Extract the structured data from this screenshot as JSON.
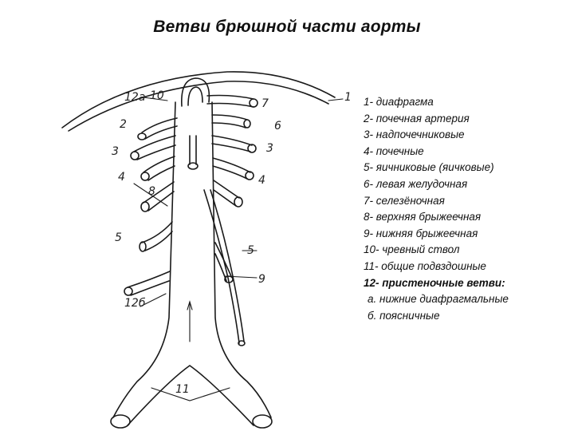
{
  "title": "Ветви брюшной части аорты",
  "legend": [
    "1- диафрагма",
    "2- почечная артерия",
    "3- надпочечниковые",
    "4- почечные",
    "5- яичниковые (яичковые)",
    "6- левая желудочная",
    "7- селезёночная",
    "8- верхняя брыжеечная",
    "9- нижняя брыжеечная",
    "10- чревный ствол",
    "11- общие подвздошные",
    "12- пристеночные ветви:",
    " а. нижние диафрагмальные",
    "б. поясничные"
  ],
  "figure_labels": {
    "l1": "1",
    "l2": "2",
    "l3a": "3",
    "l3b": "3",
    "l4a": "4",
    "l4b": "4",
    "l5a": "5",
    "l5b": "5",
    "l6": "6",
    "l7": "7",
    "l8": "8",
    "l9": "9",
    "l10": "10",
    "l11": "11",
    "l12a": "12а",
    "l12b": "12б"
  }
}
